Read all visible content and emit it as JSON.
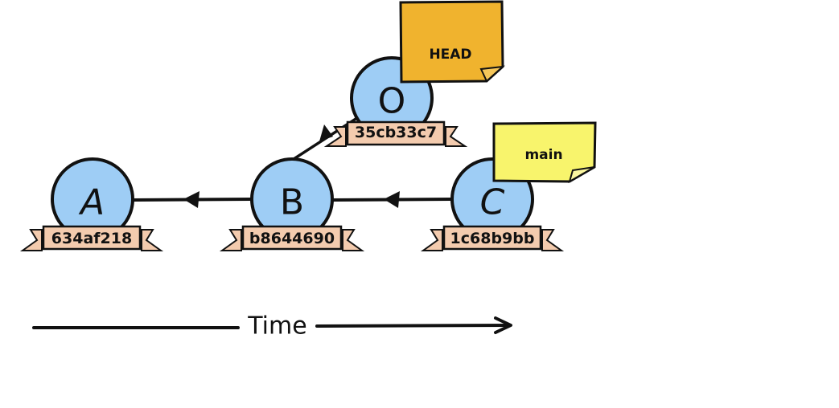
{
  "diagram": {
    "commits": [
      {
        "id": "A",
        "label": "A",
        "hash": "634af218"
      },
      {
        "id": "B",
        "label": "B",
        "hash": "b8644690"
      },
      {
        "id": "C",
        "label": "C",
        "hash": "1c68b9bb"
      },
      {
        "id": "O",
        "label": "O",
        "hash": "35cb33c7"
      }
    ],
    "edges": [
      {
        "from": "B",
        "to": "A"
      },
      {
        "from": "C",
        "to": "B"
      },
      {
        "from": "O",
        "to": "B"
      }
    ],
    "refs": [
      {
        "name": "HEAD",
        "points_to": "O",
        "color": "#F0B32E"
      },
      {
        "name": "main",
        "points_to": "C",
        "color": "#F8F46C"
      }
    ],
    "timeline": {
      "label": "Time"
    },
    "colors": {
      "node_fill": "#9ECDF5",
      "ribbon_fill": "#F3CBAE",
      "stroke": "#111111"
    }
  }
}
